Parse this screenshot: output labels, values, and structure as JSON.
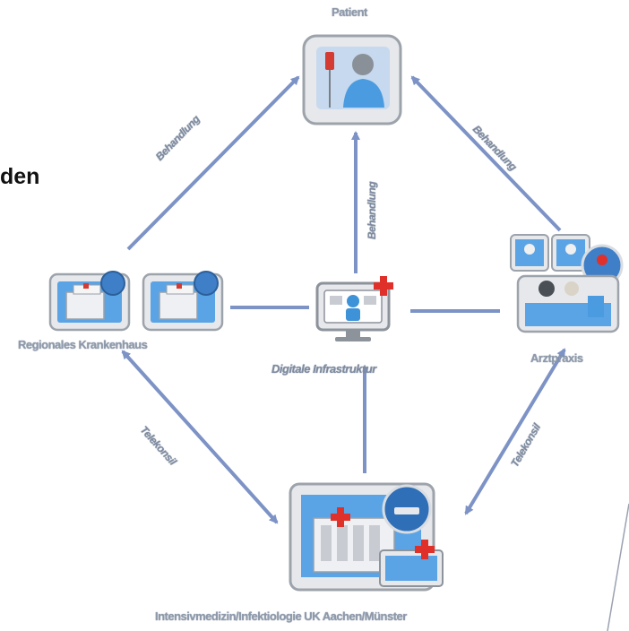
{
  "side_fragment": "den",
  "nodes": {
    "patient": "Patient",
    "hospital": "Regionales Krankenhaus",
    "infra": "Digitale Infrastruktur",
    "practice": "Arztpraxis",
    "center": "Intensivmedizin/Infektiologie UK Aachen/Münster"
  },
  "edges": {
    "hospital_patient": "Behandlung",
    "infra_patient": "Behandlung",
    "practice_patient": "Behandlung",
    "hospital_center": "Telekonsil",
    "practice_center": "Telekonsil"
  },
  "colors": {
    "arrow": "#7d93c6",
    "icon_blue": "#3e93d8",
    "icon_gray": "#c8ccd2",
    "label_gray": "#8e9aab",
    "cross_red": "#e0302a"
  }
}
